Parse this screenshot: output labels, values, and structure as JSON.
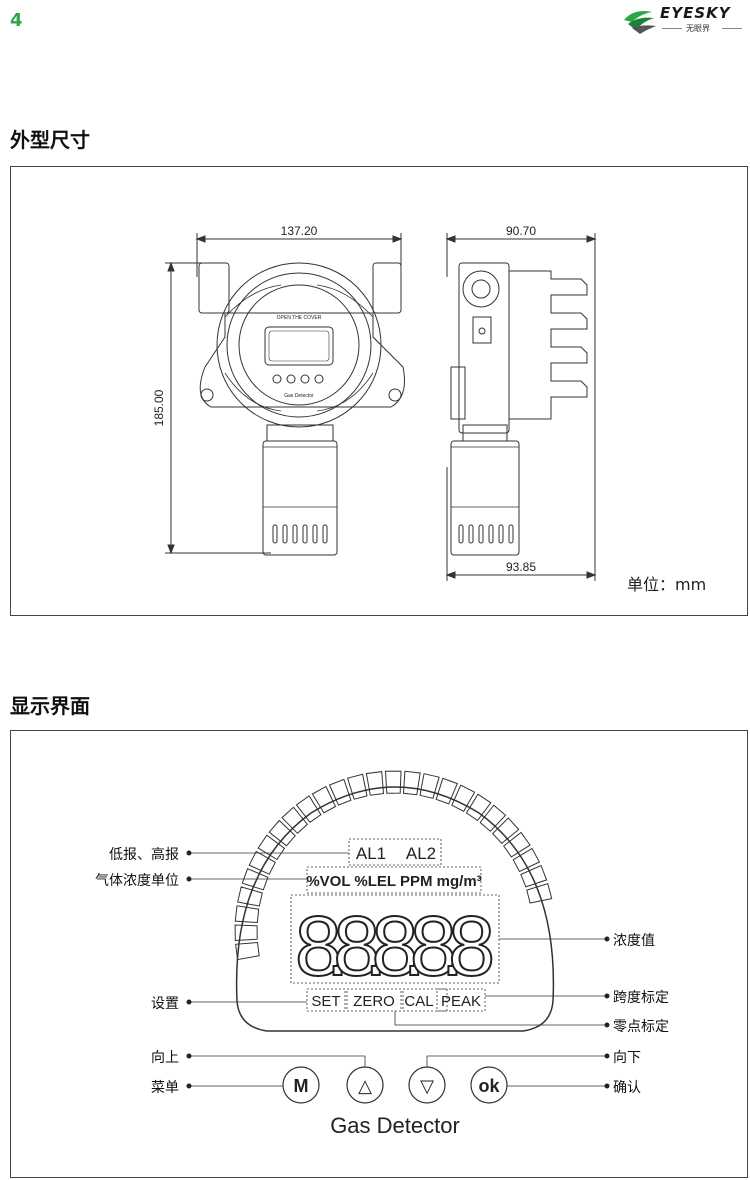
{
  "header": {
    "page_number": "4",
    "brand": "EYESKY",
    "brand_sub": "无眼界"
  },
  "section_dimensions": {
    "title": "外型尺寸",
    "dim_width_front": "137.20",
    "dim_height": "185.00",
    "dim_depth_top": "90.70",
    "dim_depth_bottom": "93.85",
    "front_text_cover": "OPEN THE COVER",
    "front_text_name": "Gas Detector",
    "unit_label": "单位：mm"
  },
  "section_display": {
    "title": "显示界面",
    "lcd": {
      "alarm1": "AL1",
      "alarm2": "AL2",
      "units": "%VOL %LEL PPM mg/m³",
      "digits": "8.8.8.8.8",
      "set": "SET",
      "zero": "ZERO",
      "cal": "CAL",
      "peak": "PEAK"
    },
    "buttons": {
      "menu": "M",
      "up": "△",
      "down": "▽",
      "ok": "ok"
    },
    "device_name": "Gas Detector",
    "labels_left": {
      "alarm": "低报、高报",
      "unit": "气体浓度单位",
      "setting": "设置",
      "up": "向上",
      "menu": "菜单"
    },
    "labels_right": {
      "concentration": "浓度值",
      "span": "跨度标定",
      "zero": "零点标定",
      "down": "向下",
      "confirm": "确认"
    }
  },
  "colors": {
    "accent_green": "#2aa845",
    "line": "#333333"
  }
}
